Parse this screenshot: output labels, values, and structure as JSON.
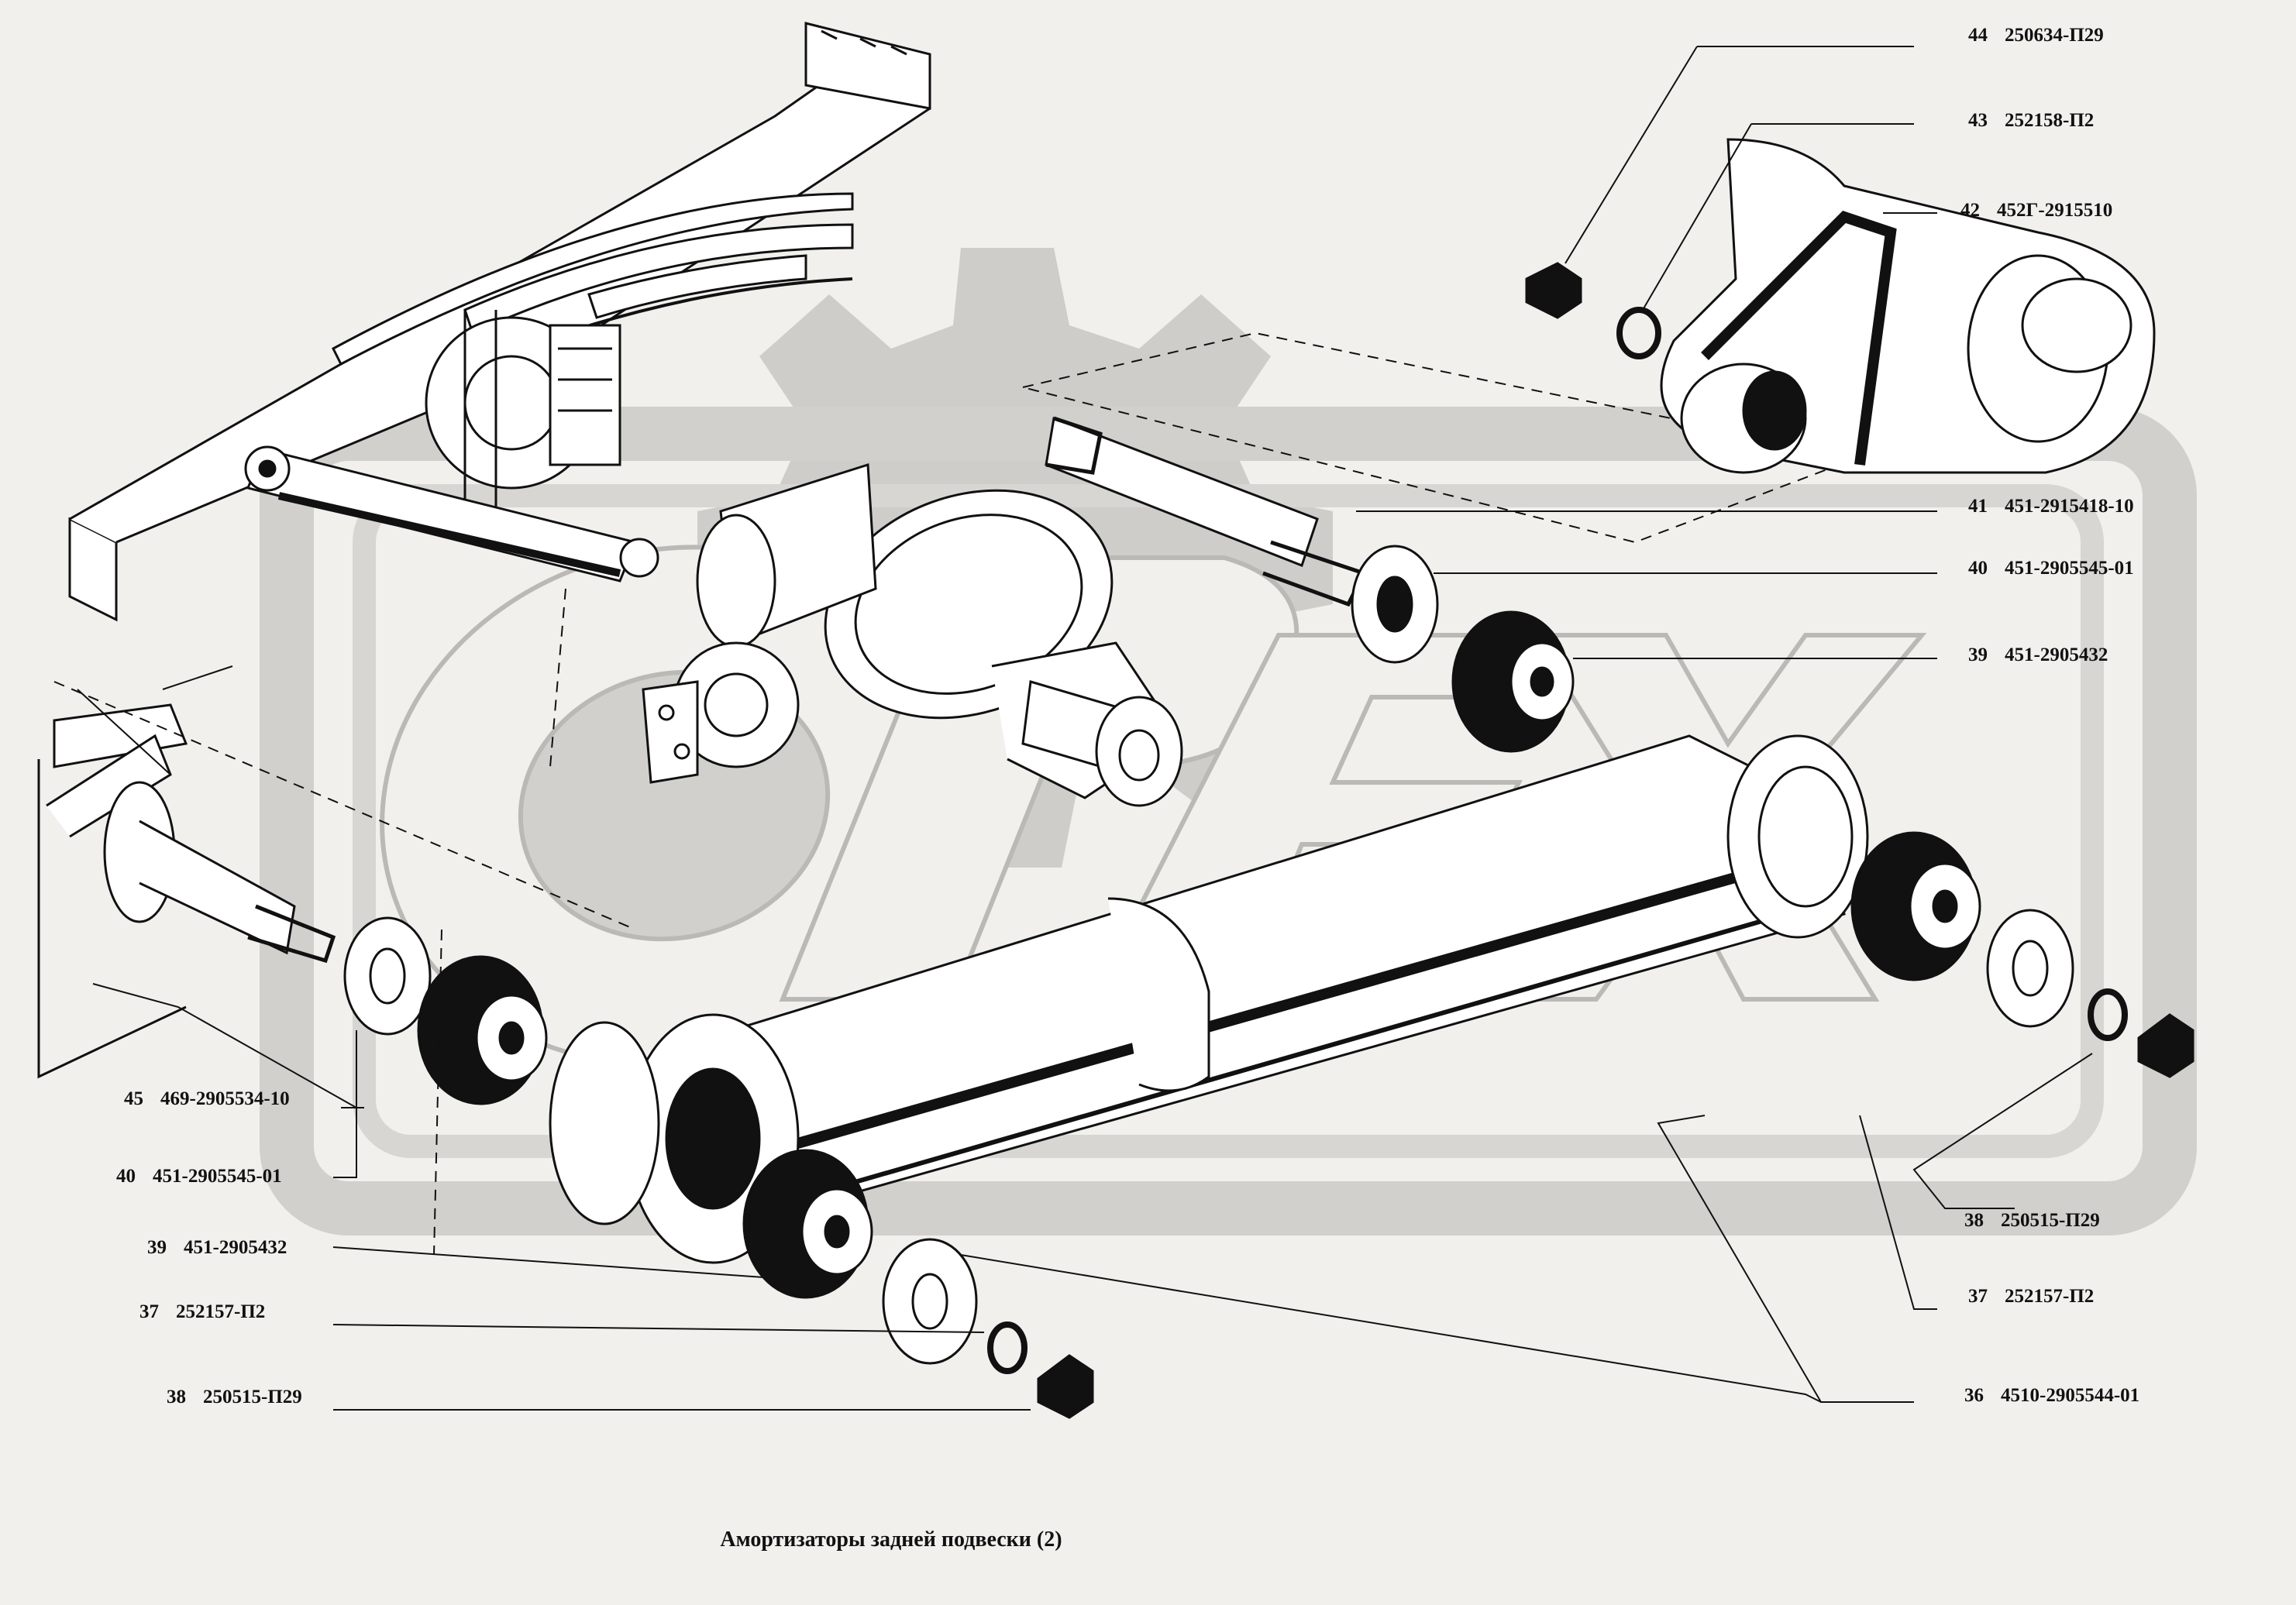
{
  "title": "Амортизаторы задней  подвески  (2)",
  "watermark": "OPEX",
  "colors": {
    "background": "#f2f0ed",
    "watermark": "#cfcdca",
    "ink": "#111111"
  },
  "callouts_right": [
    {
      "num": "44",
      "code": "250634-П29"
    },
    {
      "num": "43",
      "code": "252158-П2"
    },
    {
      "num": "42",
      "code": "452Г-2915510"
    },
    {
      "num": "41",
      "code": "451-2915418-10"
    },
    {
      "num": "40",
      "code": "451-2905545-01"
    },
    {
      "num": "39",
      "code": "451-2905432"
    },
    {
      "num": "38",
      "code": "250515-П29"
    },
    {
      "num": "37",
      "code": "252157-П2"
    },
    {
      "num": "36",
      "code": "4510-2905544-01"
    }
  ],
  "callouts_left": [
    {
      "num": "45",
      "code": "469-2905534-10"
    },
    {
      "num": "40",
      "code": "451-2905545-01"
    },
    {
      "num": "39",
      "code": "451-2905432"
    },
    {
      "num": "37",
      "code": "252157-П2"
    },
    {
      "num": "38",
      "code": "250515-П29"
    }
  ]
}
